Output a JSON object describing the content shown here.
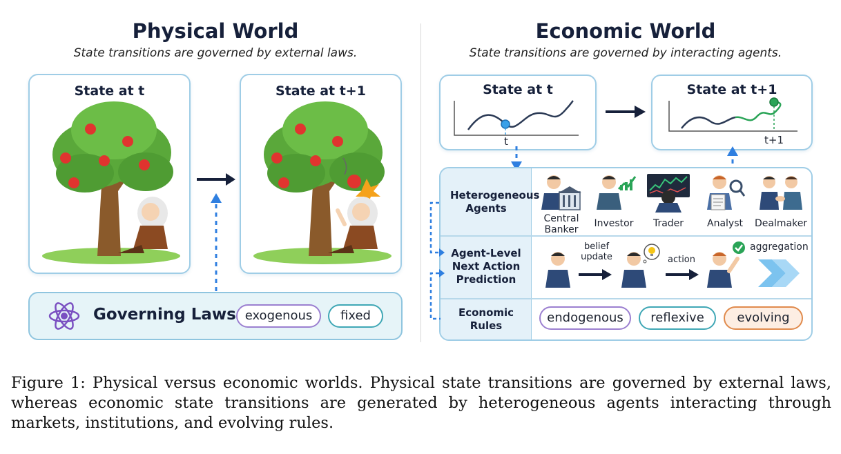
{
  "physical": {
    "title": "Physical World",
    "subtitle": "State transitions are governed by external laws.",
    "state_t": "State at t",
    "state_t1": "State at t+1",
    "laws_title": "Governing Laws",
    "pills": [
      "exogenous",
      "fixed"
    ]
  },
  "economic": {
    "title": "Economic World",
    "subtitle": "State transitions are governed by interacting agents.",
    "state_t": "State at t",
    "state_t1": "State at t+1",
    "tick_t": "t",
    "tick_t1": "t+1",
    "rows": [
      "Heterogeneous Agents",
      "Agent-Level Next Action Prediction",
      "Economic Rules"
    ],
    "agents": [
      "Central Banker",
      "Investor",
      "Trader",
      "Analyst",
      "Dealmaker"
    ],
    "steps": {
      "belief_update": "belief update",
      "action": "action",
      "aggregation": "aggregation"
    },
    "pills": [
      "endogenous",
      "reflexive",
      "evolving"
    ]
  },
  "caption": "Figure 1: Physical versus economic worlds. Physical state transitions are governed by external laws, whereas economic state transitions are generated by heterogeneous agents interacting through markets, institutions, and evolving rules.",
  "colors": {
    "panel_border": "#9fcde6",
    "dashed_arrow": "#2f7fe0",
    "pill_purple": "#9b7fd0",
    "pill_teal": "#3fa7b5",
    "pill_orange": "#e08a4c",
    "curve_green": "#2aa457",
    "point_blue": "#3aa0e8"
  }
}
